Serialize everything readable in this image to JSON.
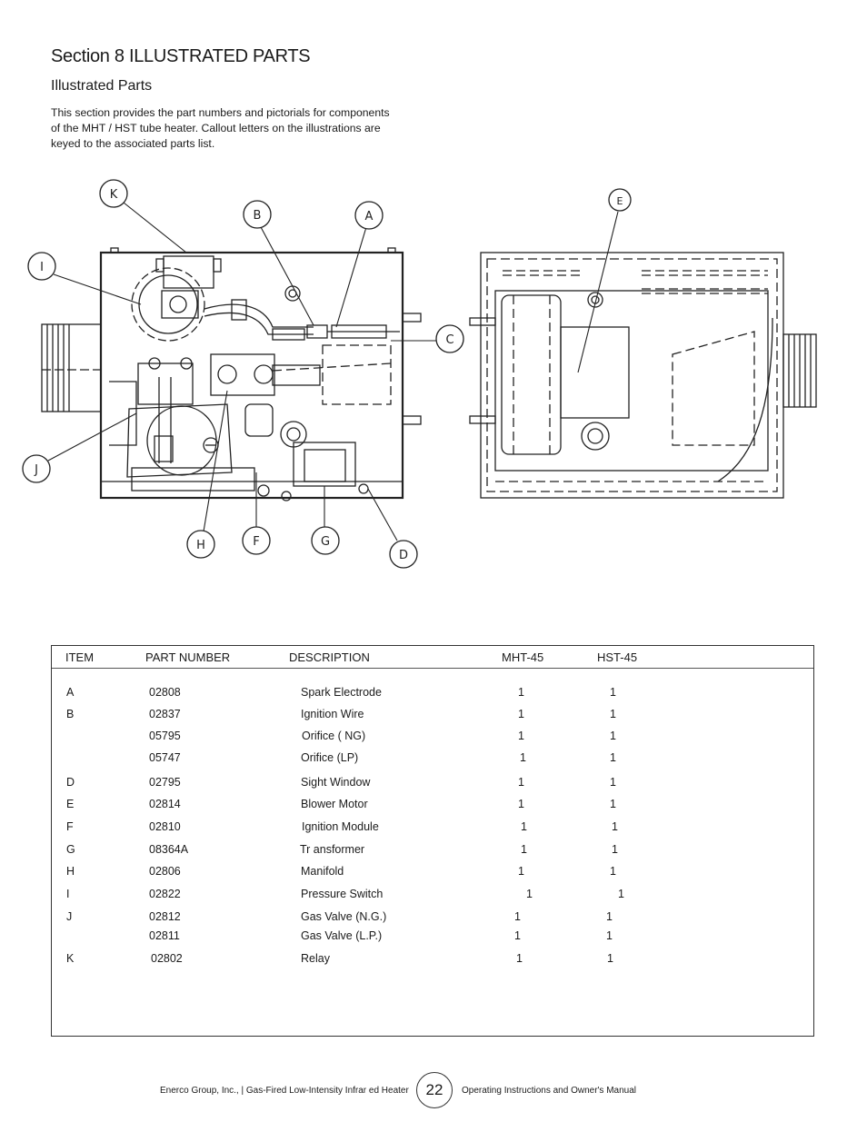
{
  "header": {
    "section_title": "Section 8 ILLUSTRATED PARTS",
    "subtitle": "Illustrated Parts",
    "intro": "This section provides the part numbers and pictorials for components of the MHT / HST tube heater. Callout letters on the illustrations are keyed to the associated parts list."
  },
  "diagram": {
    "callouts": [
      "K",
      "B",
      "A",
      "I",
      "C",
      "J",
      "H",
      "F",
      "G",
      "D",
      "E"
    ]
  },
  "table": {
    "headers": [
      "ITEM",
      "PART NUMBER",
      "DESCRIPTION",
      "MHT-45",
      "HST-45"
    ],
    "rows": [
      {
        "item": "A",
        "part": "02808",
        "desc": "Spark Electrode",
        "mht": "1",
        "hst": "1"
      },
      {
        "item": "B",
        "part": "02837",
        "desc": "Ignition Wire",
        "mht": "1",
        "hst": "1"
      },
      {
        "item": "",
        "part": "05795",
        "desc": "Orifice ( NG)",
        "mht": "1",
        "hst": "1"
      },
      {
        "item": "",
        "part": "05747",
        "desc": "Orifice (LP)",
        "mht": "1",
        "hst": "1"
      },
      {
        "item": "D",
        "part": "02795",
        "desc": "Sight Window",
        "mht": "1",
        "hst": "1"
      },
      {
        "item": "E",
        "part": "02814",
        "desc": "Blower Motor",
        "mht": "1",
        "hst": "1"
      },
      {
        "item": "F",
        "part": "02810",
        "desc": "Ignition Module",
        "mht": "1",
        "hst": "1"
      },
      {
        "item": "G",
        "part": "08364A",
        "desc": "Tr ansformer",
        "mht": "1",
        "hst": "1"
      },
      {
        "item": "H",
        "part": "02806",
        "desc": "Manifold",
        "mht": "1",
        "hst": "1"
      },
      {
        "item": "I",
        "part": "02822",
        "desc": "Pressure Switch",
        "mht": "1",
        "hst": "1"
      },
      {
        "item": "J",
        "part": "02812",
        "desc": "Gas Valve (N.G.)",
        "mht": "1",
        "hst": "1"
      },
      {
        "item": "",
        "part": "02811",
        "desc": "Gas Valve (L.P.)",
        "mht": "1",
        "hst": "1"
      },
      {
        "item": "K",
        "part": "02802",
        "desc": "Relay",
        "mht": "1",
        "hst": "1"
      }
    ]
  },
  "footer": {
    "left": "Enerco Group, Inc., | Gas-Fired Low-Intensity Infrar ed Heater",
    "page": "22",
    "right": "Operating Instructions and Owner's Manual"
  }
}
